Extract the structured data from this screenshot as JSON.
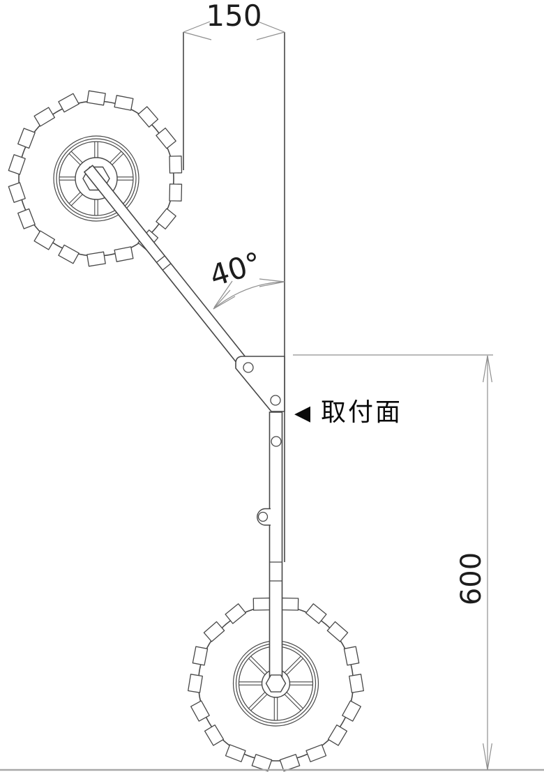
{
  "annotations": {
    "width_dim": "150",
    "angle_dim": "40°",
    "height_dim": "600",
    "mounting_face_marker": "◀",
    "mounting_face_label": "取付面"
  },
  "colors": {
    "geometry": "#474747",
    "dimension": "#8f8f8f",
    "ground": "#a8a8a8",
    "text": "#1c1c1c",
    "label": "#0a0a0a",
    "background": "#ffffff"
  }
}
